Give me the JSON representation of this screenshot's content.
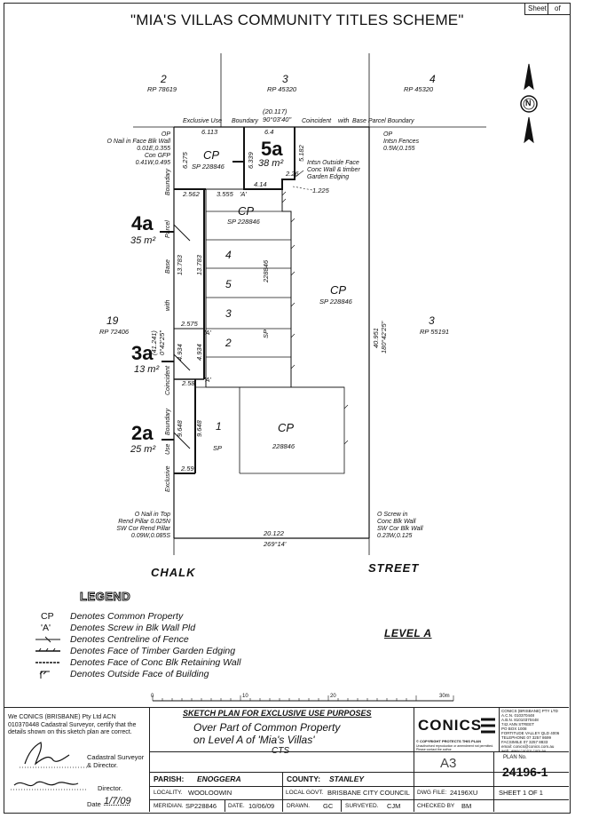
{
  "title": "\"MIA'S VILLAS COMMUNITY TITLES SCHEME\"",
  "sheet_box": {
    "sheet": "Sheet",
    "of": "of"
  },
  "north_label": "N",
  "neighbours": {
    "top": [
      {
        "num": "2",
        "rp": "RP 78619"
      },
      {
        "num": "3",
        "rp": "RP 45320"
      },
      {
        "num": "4",
        "rp": "RP 45320"
      }
    ],
    "left": {
      "num": "19",
      "rp": "RP 72406"
    },
    "right": {
      "num": "3",
      "rp": "RP 55191"
    }
  },
  "top_boundary": {
    "exclusive_use": "Exclusive Use",
    "boundary": "Boundary",
    "dist1": "(20.117)",
    "bearing": "90°03'40\"",
    "coincident": "Coincident",
    "with": "with",
    "base_parcel": "Base Parcel Boundary"
  },
  "corner_notes": {
    "tl": [
      "OP",
      "O Nail in Face Blk Wall",
      "0.01E,0.355",
      "Con GFP",
      "0.41W,0.495"
    ],
    "tr": [
      "OP",
      "Intsn Fences",
      "0.5W,0.155"
    ],
    "bl": [
      "O Nail in Top",
      "Rend Pillar 0.025N",
      "SW Cor Rend Pillar",
      "0.09W,0.085S"
    ],
    "br": [
      "O Screw in",
      "Conc Blk Wall",
      "SW Cor Blk Wall",
      "0.23W,0.125"
    ]
  },
  "intsn_note": [
    "Intsn Outside Face",
    "Conc Wall & timber",
    "Garden Edging"
  ],
  "dims": {
    "d6113": "6.113",
    "d64": "6.4",
    "d6275": "6.275",
    "d6339": "6.339",
    "d5182": "5.182",
    "d226": "2.26",
    "d414": "4.14",
    "d1225": "1.225",
    "d2562": "2.562",
    "d3555": "3.555",
    "d13783a": "13.783",
    "d13783b": "13.783",
    "d2575": "2.575",
    "d41241": "(41.241)",
    "bear_left": "0°42'25\"",
    "d4934a": "4.934",
    "d4934b": "4.934",
    "d258": "2.58",
    "d9648a": "9.648",
    "d9648b": "9.648",
    "d259": "2.59",
    "d40951": "40.951",
    "bear_right": "180°42'25\"",
    "d20122": "20.122",
    "bear_bottom": "269°14'",
    "d228846v": "228846"
  },
  "left_boundary_words": [
    "Boundary",
    "Parcel",
    "Base",
    "with",
    "Coincident",
    "Boundary",
    "Use",
    "Exclusive"
  ],
  "eu_areas": [
    {
      "id": "5a",
      "area": "38 m²"
    },
    {
      "id": "4a",
      "area": "35 m²"
    },
    {
      "id": "3a",
      "area": "13 m²"
    },
    {
      "id": "2a",
      "area": "25 m²"
    }
  ],
  "cp_labels": {
    "cp1": "CP",
    "sp1": "SP 228846",
    "cp2": "CP",
    "sp2": "SP 228846",
    "cp3": "CP",
    "sp3": "SP 228846",
    "cp4": "CP",
    "sp4": "228846",
    "sp_lot2": "SP",
    "sp_lot1": "SP",
    "screw_a1": "'A'",
    "screw_a2": "'A'",
    "screw_a3": "'A'"
  },
  "lots": [
    "1",
    "2",
    "3",
    "4",
    "5"
  ],
  "streets": {
    "left": "CHALK",
    "right": "STREET"
  },
  "legend": {
    "heading": "LEGEND",
    "items": [
      {
        "sym": "CP",
        "text": "Denotes Common Property"
      },
      {
        "sym": "'A'",
        "text": "Denotes Screw in Blk Wall Pld"
      },
      {
        "sym": "",
        "text": "Denotes Centreline of Fence"
      },
      {
        "sym": "",
        "text": "Denotes Face of Timber Garden Edging"
      },
      {
        "sym": "",
        "text": "Denotes Face of Conc Blk Retaining Wall"
      },
      {
        "sym": "",
        "text": "Denotes Outside Face of Building"
      }
    ]
  },
  "level": "LEVEL A",
  "scale": {
    "ticks": [
      "0",
      "10",
      "20",
      "30m"
    ]
  },
  "title_block": {
    "certify": "We CONICS (BRISBANE) Pty Ltd ACN 010370448 Cadastral Surveyor, certify that the details shown on this sketch plan are correct.",
    "surveyor_role": "Cadastral Surveyor",
    "director_role": "& Director.",
    "director": "Director.",
    "date_label": "Date",
    "date_value": "1/7/09",
    "sketch_heading": "SKETCH PLAN FOR EXCLUSIVE USE PURPOSES",
    "desc1": "Over Part of Common Property",
    "desc2": "on Level A of 'Mia's Villas'",
    "desc3": "CTS",
    "logo": "CONICS",
    "copyright": "© COPYRIGHT PROTECTS THIS PLAN",
    "copyright_note": "Unauthorised reproduction or amendment not permitted. Please contact the author.",
    "company_lines": [
      "CONICS (BRISBANE) PTY LTD",
      "A.C.N. 010370448",
      "A.B.N. 81010370448",
      "742 ANN STREET",
      "PO BOX 1008",
      "FORTITUDE VALLEY QLD 4006",
      "TELEPHONE 07 3257 8699",
      "FACSIMILE 07 3257 8833",
      "email: conics@conics.com.au",
      "web: www.conics.com.au"
    ],
    "paper_size": "A3",
    "plan_no_label": "PLAN No.",
    "plan_no": "24196-1",
    "sheet": "SHEET 1 OF 1",
    "parish_label": "PARISH:",
    "parish": "ENOGGERA",
    "county_label": "COUNTY:",
    "county": "STANLEY",
    "locality_label": "LOCALITY.",
    "locality": "WOOLOOWIN",
    "lga_label": "LOCAL GOVT.",
    "lga": "BRISBANE CITY COUNCIL",
    "dwg_label": "DWG FILE:",
    "dwg": "24196XU",
    "meridian_label": "MERIDIAN.",
    "meridian": "SP228846",
    "date2_label": "DATE.",
    "date2": "10/06/09",
    "drawn_label": "DRAWN.",
    "drawn": "GC",
    "surveyed_label": "SURVEYED.",
    "surveyed": "CJM",
    "checked_label": "CHECKED BY",
    "checked": "BM"
  }
}
